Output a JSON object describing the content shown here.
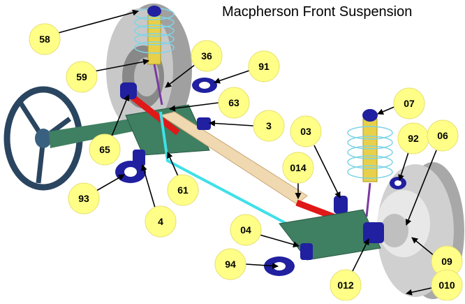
{
  "title": "Macpherson Front Suspension",
  "colors": {
    "callout_fill": "#ffff88",
    "callout_stroke": "#e8e070",
    "tire": "#9a9a9a",
    "strut": "#e8d04a",
    "spring": "#7fd4e6",
    "link_blue": "#2020a0",
    "arm_green": "#3f7f62",
    "tie_rod": "#f0d8b0",
    "rack_red": "#e01818",
    "cyan_link": "#40e0e8",
    "steering_wheel": "#2a4560"
  },
  "callouts": [
    {
      "id": "58",
      "label": "58"
    },
    {
      "id": "59",
      "label": "59"
    },
    {
      "id": "36",
      "label": "36"
    },
    {
      "id": "91",
      "label": "91"
    },
    {
      "id": "63",
      "label": "63"
    },
    {
      "id": "3",
      "label": "3"
    },
    {
      "id": "07",
      "label": "07"
    },
    {
      "id": "03",
      "label": "03"
    },
    {
      "id": "92",
      "label": "92"
    },
    {
      "id": "06",
      "label": "06"
    },
    {
      "id": "65",
      "label": "65"
    },
    {
      "id": "014",
      "label": "014"
    },
    {
      "id": "93",
      "label": "93"
    },
    {
      "id": "61",
      "label": "61"
    },
    {
      "id": "4",
      "label": "4"
    },
    {
      "id": "04",
      "label": "04"
    },
    {
      "id": "94",
      "label": "94"
    },
    {
      "id": "09",
      "label": "09"
    },
    {
      "id": "012",
      "label": "012"
    },
    {
      "id": "010",
      "label": "010"
    }
  ]
}
